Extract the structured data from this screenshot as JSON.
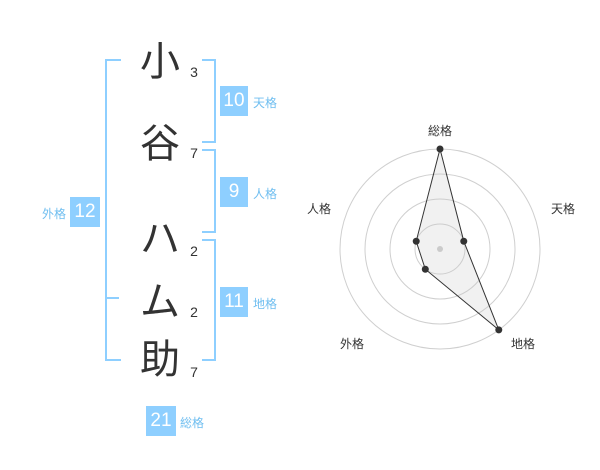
{
  "name": {
    "chars": [
      {
        "char": "小",
        "strokes": "3"
      },
      {
        "char": "谷",
        "strokes": "7"
      },
      {
        "char": "ハ",
        "strokes": "2"
      },
      {
        "char": "ム",
        "strokes": "2"
      },
      {
        "char": "助",
        "strokes": "7"
      }
    ]
  },
  "kaku": {
    "tenkaku": {
      "label": "天格",
      "value": "10"
    },
    "jinkaku": {
      "label": "人格",
      "value": "9"
    },
    "chikaku": {
      "label": "地格",
      "value": "11"
    },
    "gaikaku": {
      "label": "外格",
      "value": "12"
    },
    "soukaku": {
      "label": "総格",
      "value": "21"
    }
  },
  "colors": {
    "accent": "#8ecfff",
    "caption": "#6fbef0",
    "text": "#333333"
  },
  "chart_data": {
    "type": "radar",
    "axes": [
      "総格",
      "天格",
      "地格",
      "外格",
      "人格"
    ],
    "values": [
      4,
      1,
      4,
      1,
      1
    ],
    "range": [
      0,
      4
    ],
    "rings": 4,
    "grid": true
  }
}
